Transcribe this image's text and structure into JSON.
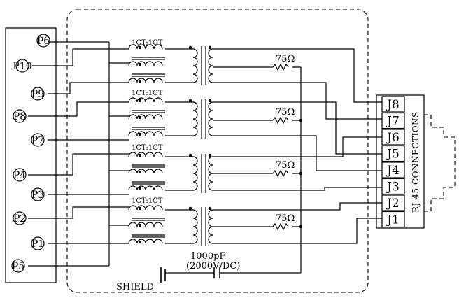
{
  "pins_left": [
    "P6",
    "P10",
    "P9",
    "P8",
    "P7",
    "P4",
    "P3",
    "P2",
    "P1",
    "P5"
  ],
  "connector_pins": [
    "J8",
    "J7",
    "J6",
    "J5",
    "J4",
    "J3",
    "J2",
    "J1"
  ],
  "transformer_ratio_label": "1CT:1CT",
  "resistor_label": "75Ω",
  "capacitor_value": "1000pF",
  "capacitor_rating": "(2000V/DC)",
  "shield_label": "SHIELD",
  "connector_title": "RJ-45 CONNECTIONS"
}
